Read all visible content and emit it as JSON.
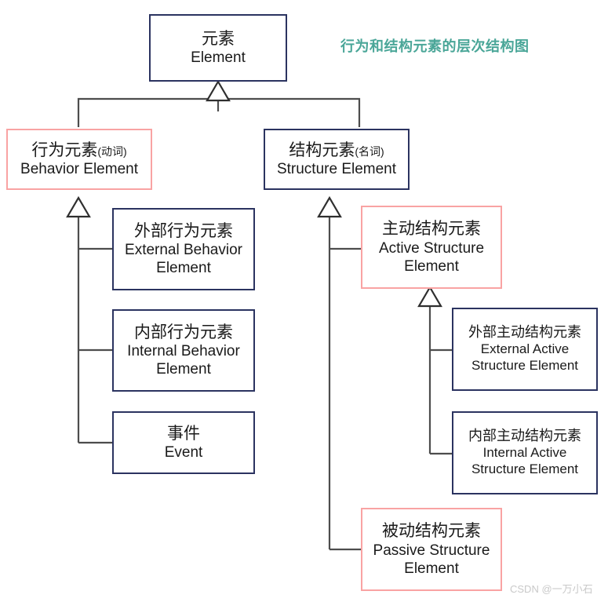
{
  "diagram": {
    "title": "行为和结构元素的层次结构图",
    "watermark": "CSDN @一万小石",
    "title_color": "#4aa698",
    "navy_border_color": "#2b3360",
    "pink_border_color": "#f9a3a3",
    "edge_color": "#4d4d4d"
  },
  "nodes": {
    "element": {
      "cn": "元素",
      "suffix": "",
      "en": "Element"
    },
    "behavior_element": {
      "cn": "行为元素",
      "suffix": "(动词)",
      "en": "Behavior Element"
    },
    "structure_element": {
      "cn": "结构元素",
      "suffix": "(名词)",
      "en": "Structure Element"
    },
    "external_behavior_element": {
      "cn": "外部行为元素",
      "suffix": "",
      "en": "External Behavior Element"
    },
    "internal_behavior_element": {
      "cn": "内部行为元素",
      "suffix": "",
      "en": "Internal Behavior Element"
    },
    "event": {
      "cn": "事件",
      "suffix": "",
      "en": "Event"
    },
    "active_structure_element": {
      "cn": "主动结构元素",
      "suffix": "",
      "en": "Active Structure Element"
    },
    "external_active_structure_element": {
      "cn": "外部主动结构元素",
      "suffix": "",
      "en": "External Active Structure Element"
    },
    "internal_active_structure_element": {
      "cn": "内部主动结构元素",
      "suffix": "",
      "en": "Internal Active Structure Element"
    },
    "passive_structure_element": {
      "cn": "被动结构元素",
      "suffix": "",
      "en": "Passive Structure Element"
    }
  }
}
